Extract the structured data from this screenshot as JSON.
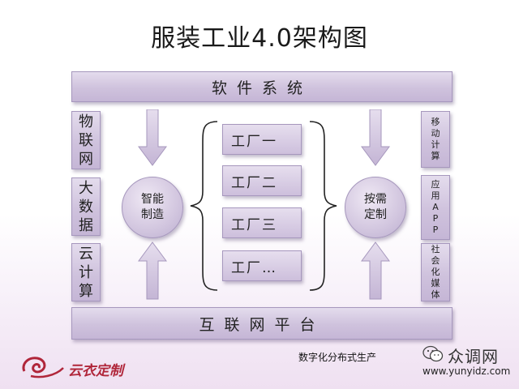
{
  "title": "服装工业4.0架构图",
  "top_bar": "软件系统",
  "bottom_bar": "互联网平台",
  "left_column": [
    "物联网",
    "大数据",
    "云计算"
  ],
  "right_column": [
    "移动计算",
    "应用APP",
    "社会化媒体"
  ],
  "left_circle": [
    "智能",
    "制造"
  ],
  "right_circle": [
    "按需",
    "定制"
  ],
  "factories": [
    "工厂一",
    "工厂二",
    "工厂三",
    "工厂…"
  ],
  "footer_note": "数字化分布式生产",
  "brand": "云衣定制",
  "watermark": {
    "name": "众调网",
    "url": "www.yunyidz.com"
  },
  "colors": {
    "box": "#cfc2dd",
    "border": "#a697bd",
    "brand": "#b0263a"
  },
  "icons": [
    "down-arrow-icon",
    "up-arrow-icon",
    "curly-brace-icon",
    "wechat-icon",
    "brand-logo-icon"
  ]
}
